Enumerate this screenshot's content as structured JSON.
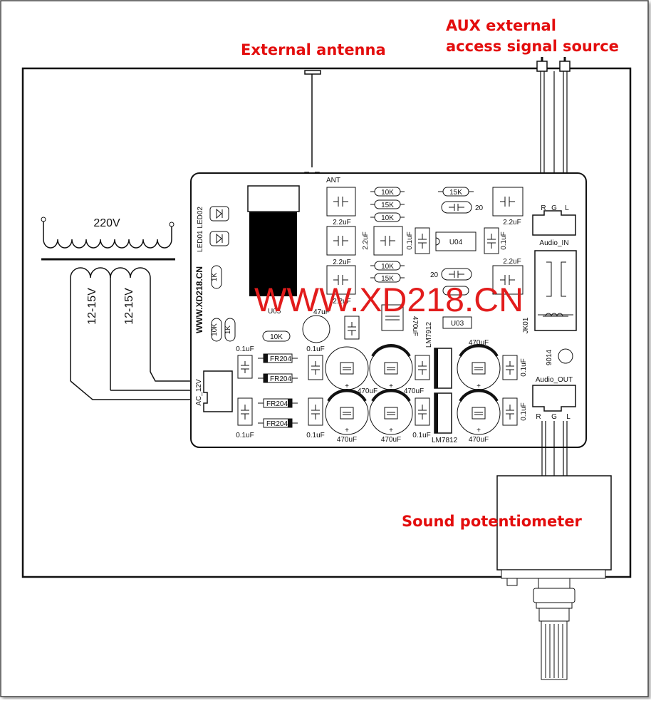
{
  "labels": {
    "antenna": "External antenna",
    "aux_line1": "AUX external",
    "aux_line2": "access signal source",
    "pot": "Sound potentiometer",
    "watermark": "WWW.XD218.CN"
  },
  "transformer": {
    "primary": "220V",
    "secondary_left": "12-15V",
    "secondary_right": "12-15V"
  },
  "board": {
    "site": "WWW.XD218.CN",
    "ant": "ANT",
    "led": "LED01 LED02",
    "ac_in": "AC_12V",
    "u05": "U05",
    "u04": "U04",
    "u03": "U03",
    "jk01": "JK01",
    "q_9014": "9014",
    "lm7912": "LM7912",
    "lm7812": "LM7812",
    "audio_in": "Audio_IN",
    "audio_out": "Audio_OUT",
    "r": "R",
    "g": "G",
    "l": "L",
    "num_20": "20",
    "res_10k": "10K",
    "res_15k": "15K",
    "res_1k": "1K",
    "cap_22": "2.2uF",
    "cap_01": "0.1uF",
    "cap_470": "470uF",
    "cap_47_partial": "47uF",
    "fr204": "FR204"
  },
  "colors": {
    "label_red": "#e30d0d",
    "watermark_red": "#e21c1c",
    "ink": "#111111"
  }
}
